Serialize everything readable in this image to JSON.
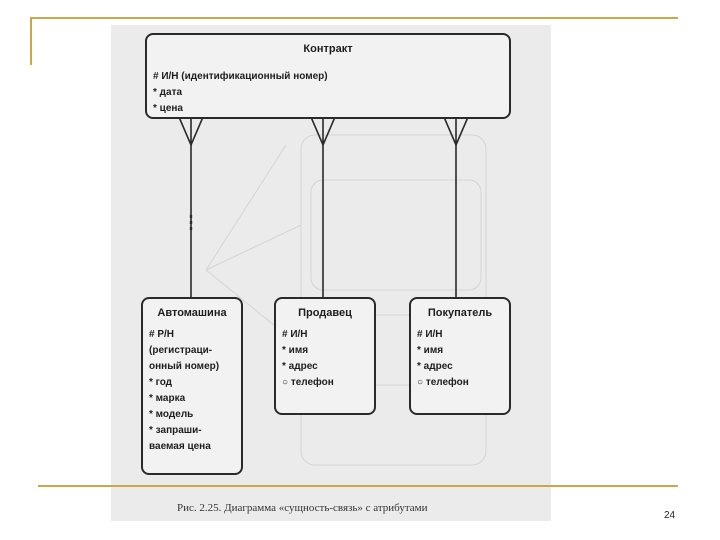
{
  "diagram": {
    "entities": {
      "contract": {
        "title": "Контракт",
        "attributes": [
          "# И/Н (идентификационный номер)",
          "* дата",
          "* цена"
        ]
      },
      "car": {
        "title": "Автомашина",
        "attributes": [
          "# Р/Н",
          "(регистраци-",
          "онный номер)",
          "* год",
          "* марка",
          "* модель",
          "* запраши-",
          "ваемая цена"
        ]
      },
      "seller": {
        "title": "Продавец",
        "attributes": [
          "# И/Н",
          "* имя",
          "* адрес",
          "○ телефон"
        ]
      },
      "buyer": {
        "title": "Покупатель",
        "attributes": [
          "# И/Н",
          "* имя",
          "* адрес",
          "○ телефон"
        ]
      }
    },
    "caption": "Рис. 2.25. Диаграмма «сущность-связь» с атрибутами"
  },
  "slide": {
    "page_number": "24"
  },
  "colors": {
    "accent_line": "#c8a84b",
    "scan_background": "#ebebeb",
    "ink": "#2a2a2a"
  }
}
